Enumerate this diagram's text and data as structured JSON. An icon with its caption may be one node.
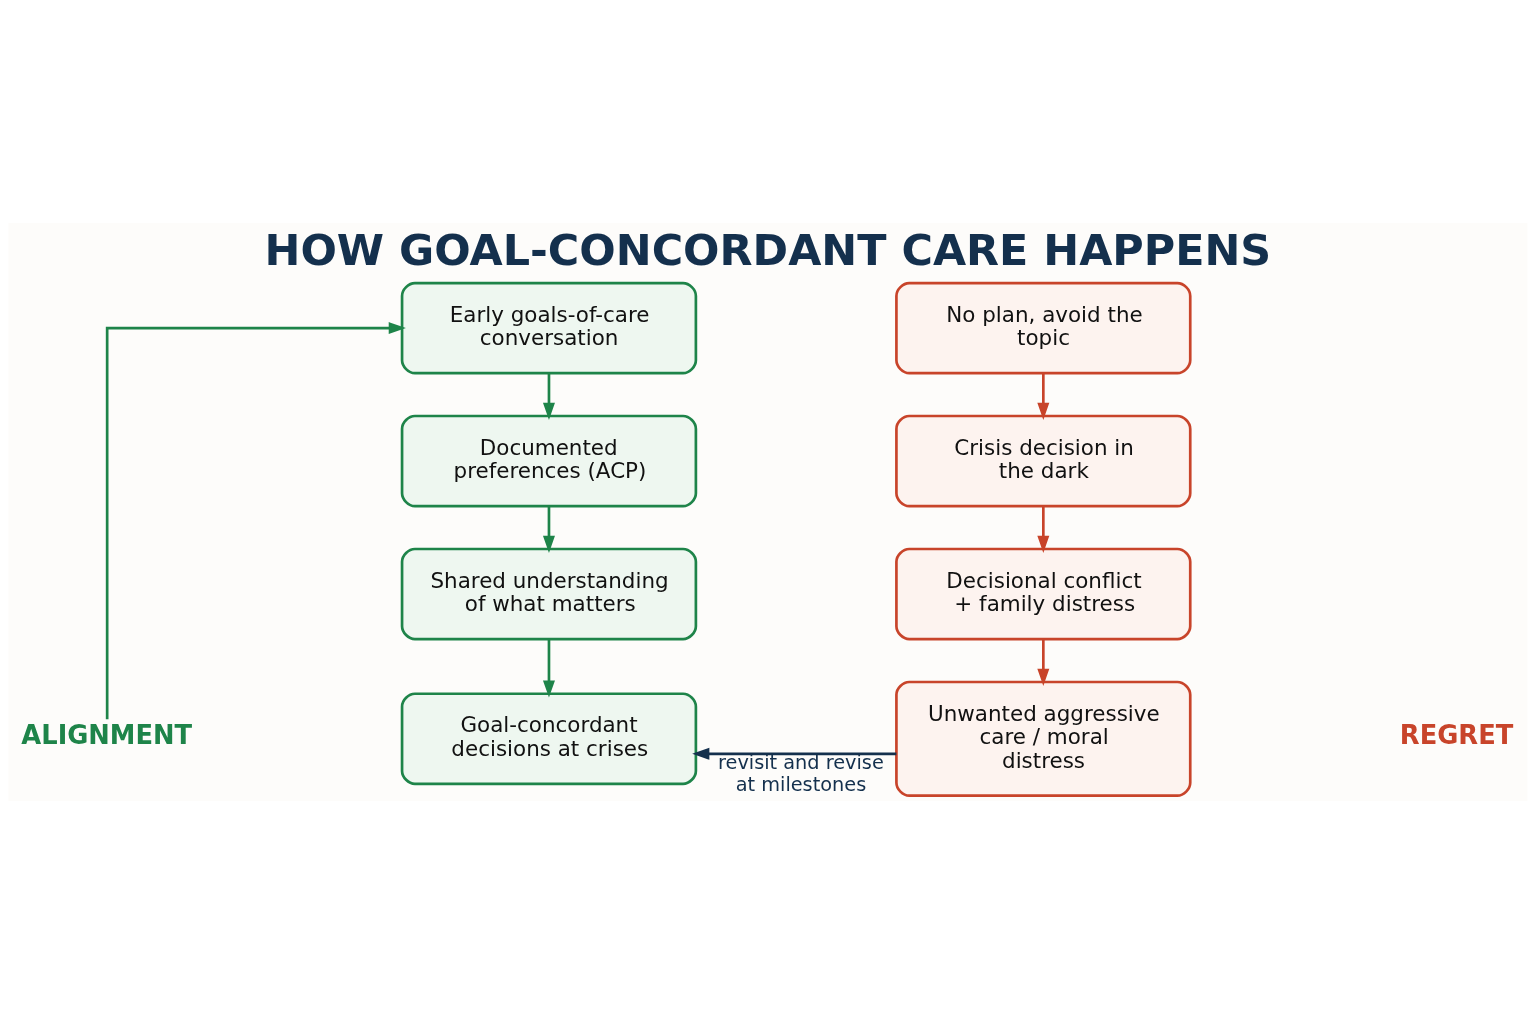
{
  "diagram": {
    "title": "HOW GOAL-CONCORDANT CARE HAPPENS",
    "nodes": [
      {
        "text": [
          "Early goals-of-care conversation"
        ]
      },
      {
        "text": [
          "Documented preferences (ACP)"
        ]
      },
      {
        "text": [
          "Shared understanding of what matters"
        ]
      },
      {
        "text": [
          "Goal-concordant decisions at crises"
        ]
      },
      {
        "text": [
          "No plan, avoid the topic"
        ]
      },
      {
        "text": [
          "Crisis decision in the dark"
        ]
      },
      {
        "text": [
          "Decisional conflict + family distress"
        ]
      },
      {
        "text": [
          "Unwanted aggressive care / moral distress"
        ]
      },
      {
        "text": [
          "ALIGNMENT"
        ]
      }
    ],
    "edges": [
      {
        "from": 0,
        "to": 1,
        "arrow": "to"
      },
      {
        "from": 1,
        "to": 2,
        "arrow": "to"
      },
      {
        "from": 2,
        "to": 3,
        "arrow": "to"
      },
      {
        "from": 4,
        "to": 5,
        "arrow": "to",
        "color": "#c8442a"
      },
      {
        "from": 5,
        "to": 6,
        "arrow": "to",
        "color": "#c8442a"
      },
      {
        "from": 6,
        "to": 7,
        "arrow": "to",
        "color": "#c8442a"
      },
      {
        "from": 8,
        "to": 0,
        "arrow": "to"
      },
      {
        "from": 7,
        "to": 3,
        "arrow": "to",
        "label": "revisit and revise at milestones",
        "color": "#14304d"
      }
    ],
    "labels": [
      "REGRET"
    ]
  }
}
